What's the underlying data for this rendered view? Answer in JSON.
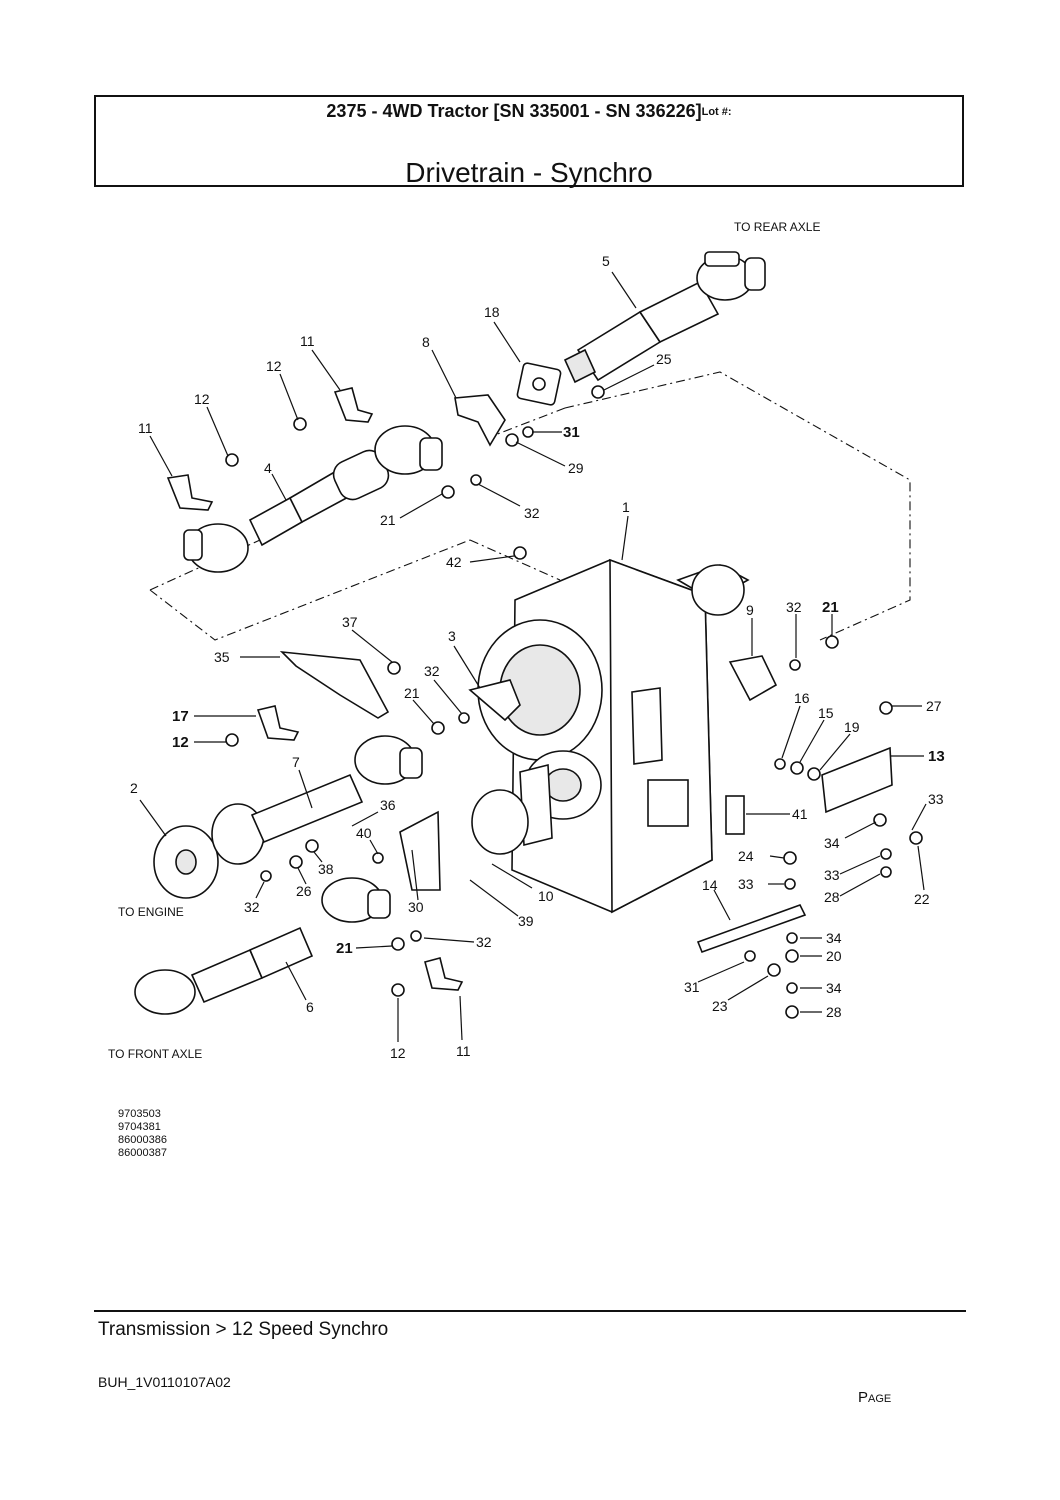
{
  "header": {
    "title": "2375 - 4WD Tractor [SN 335001 - SN 336226]",
    "lot_label": "Lot #:",
    "subtitle": "Drivetrain - Synchro"
  },
  "diagram": {
    "notes": {
      "rear_axle": "TO REAR AXLE",
      "engine": "TO ENGINE",
      "front_axle": "TO FRONT AXLE"
    },
    "callouts": [
      "5",
      "18",
      "25",
      "11",
      "12",
      "8",
      "31",
      "12",
      "11",
      "29",
      "4",
      "21",
      "32",
      "1",
      "42",
      "37",
      "9",
      "32",
      "21",
      "35",
      "3",
      "32",
      "21",
      "16",
      "15",
      "27",
      "17",
      "12",
      "19",
      "13",
      "7",
      "2",
      "36",
      "40",
      "38",
      "41",
      "33",
      "34",
      "26",
      "32",
      "30",
      "10",
      "24",
      "33",
      "22",
      "33",
      "28",
      "39",
      "14",
      "21",
      "32",
      "34",
      "20",
      "31",
      "34",
      "23",
      "28",
      "6",
      "12",
      "11"
    ]
  },
  "figure_refs": [
    "9703503",
    "9704381",
    "86000386",
    "86000387"
  ],
  "footer": {
    "breadcrumb": "Transmission > 12 Speed Synchro",
    "doc_code": "BUH_1V0110107A02",
    "page_label": "Page"
  }
}
